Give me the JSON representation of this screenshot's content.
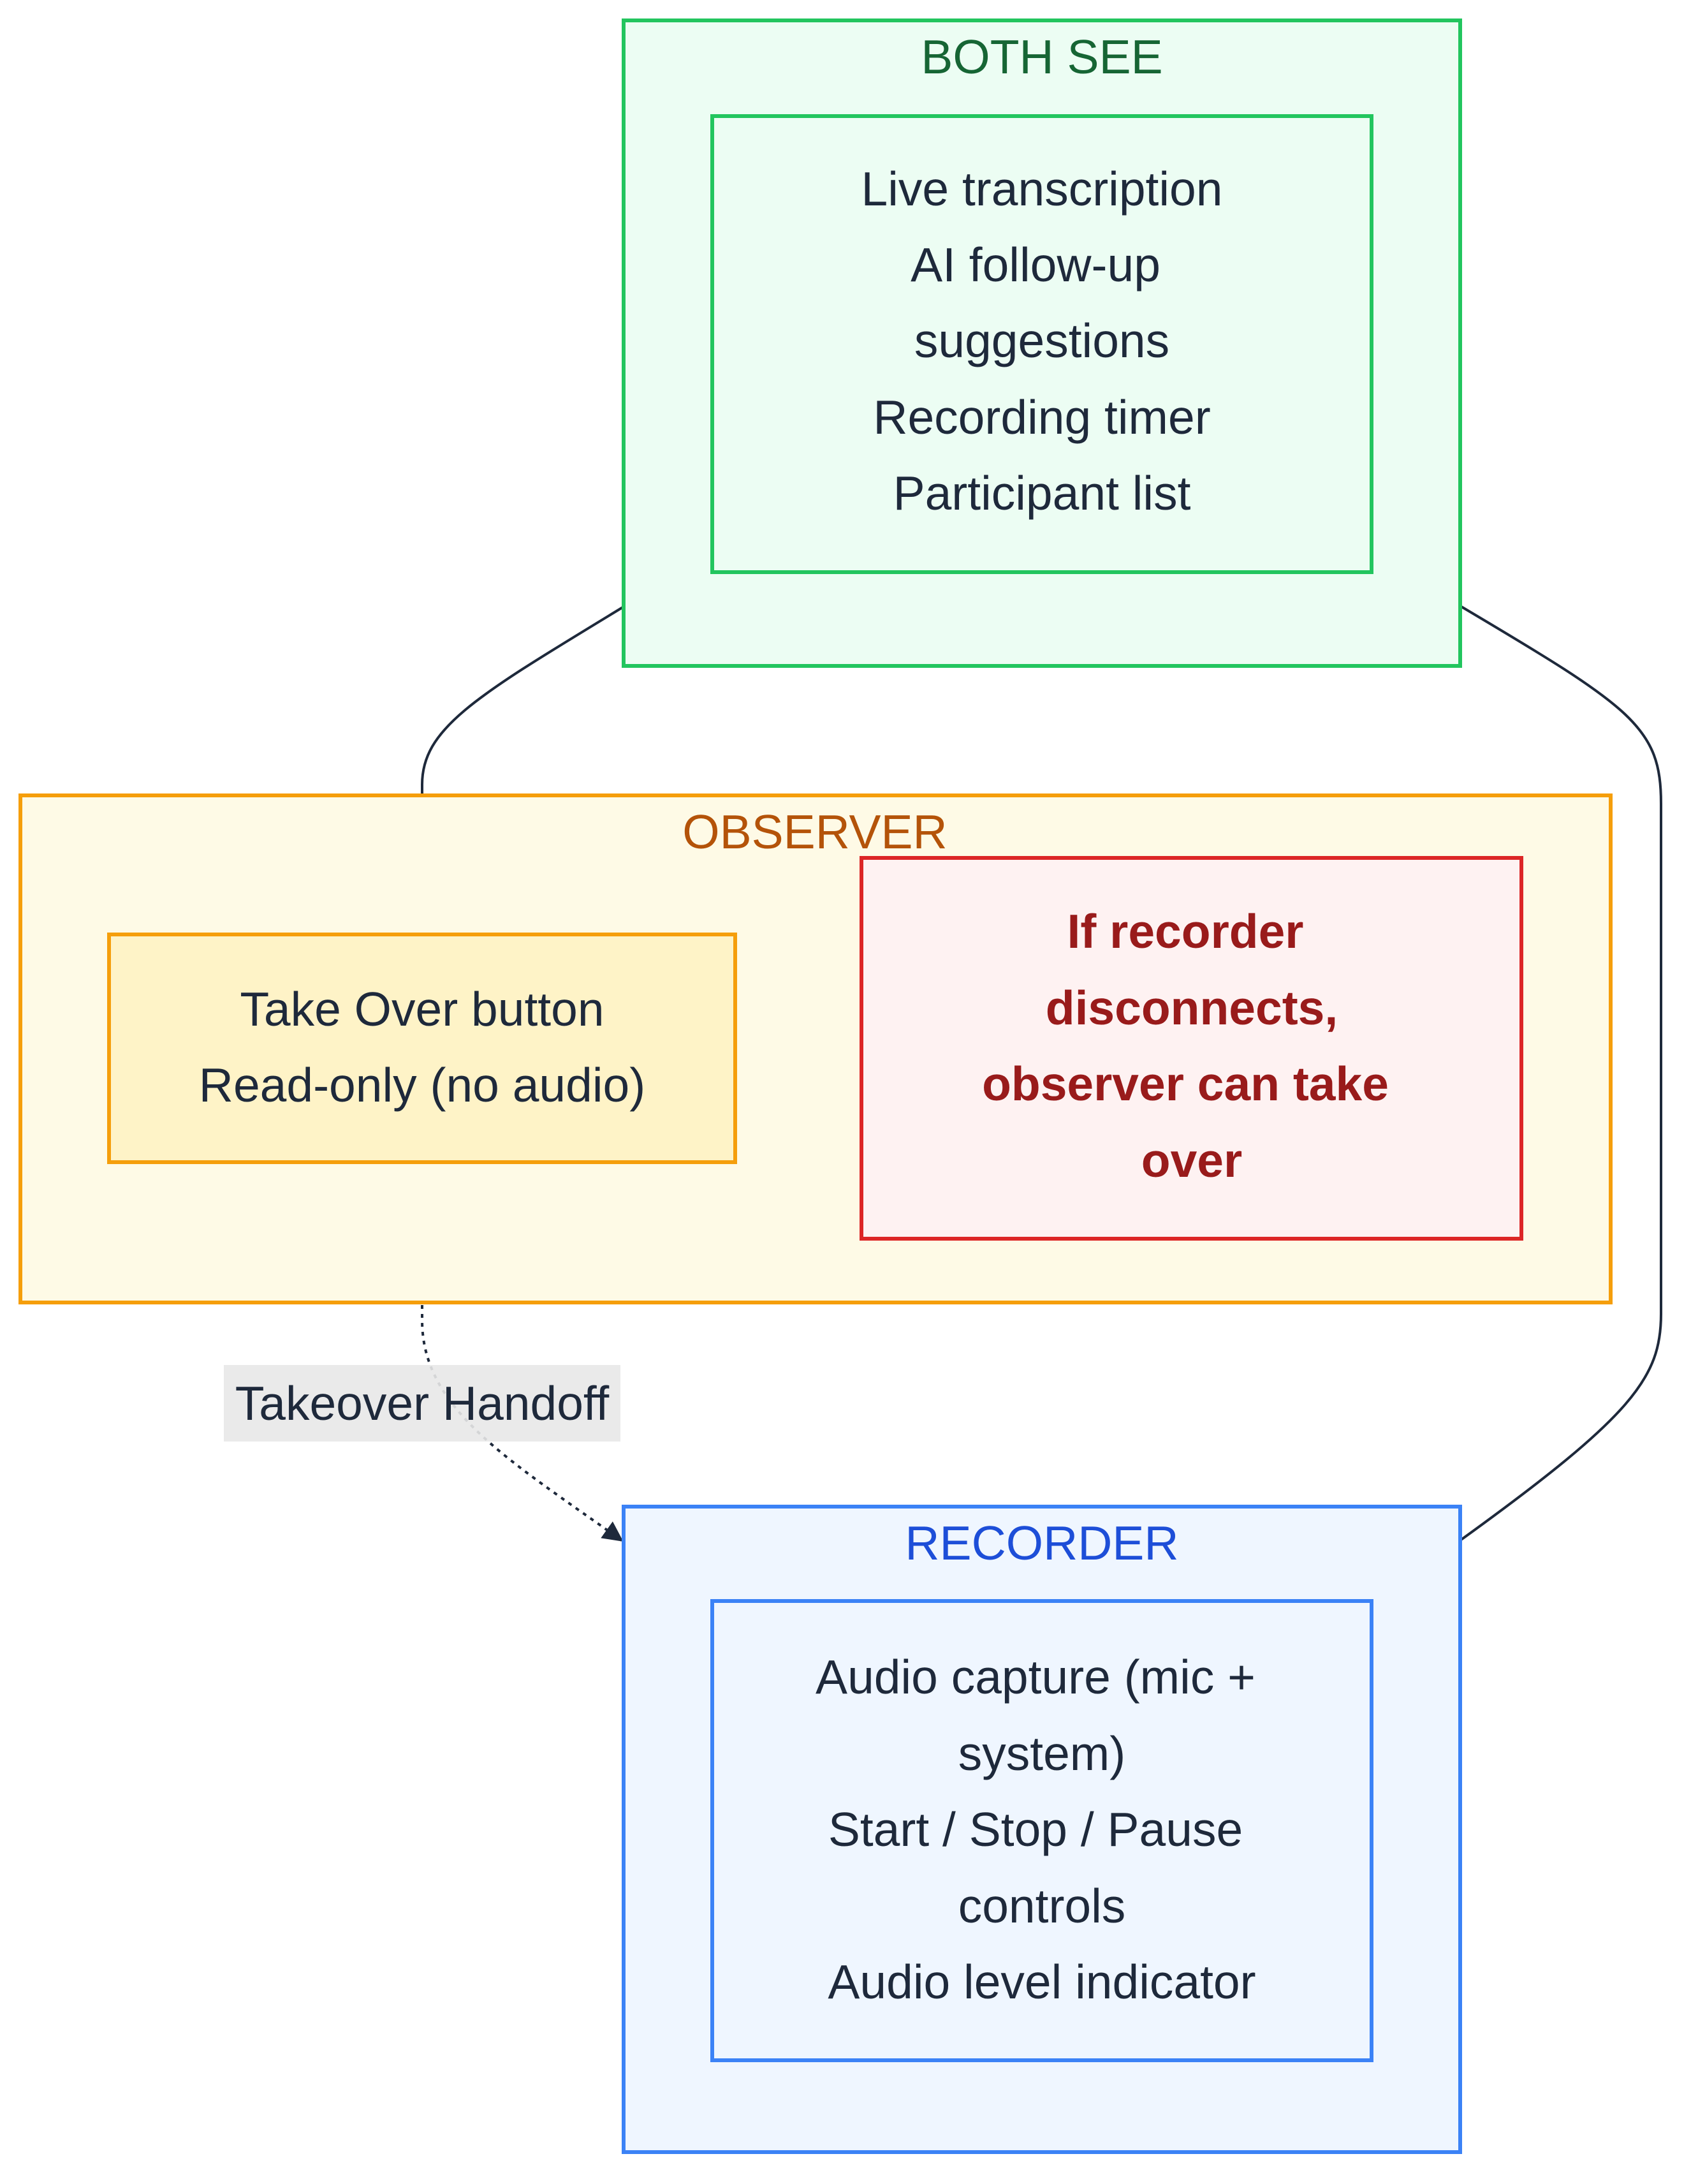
{
  "colors": {
    "both_border": "#22c55e",
    "both_fill": "#ecfdf3",
    "both_title": "#166534",
    "observer_border": "#f59e0b",
    "observer_fill": "#fefae6",
    "observer_title": "#b45309",
    "observer_node_fill": "#fef3c7",
    "alert_border": "#dc2626",
    "alert_fill": "#fef2f2",
    "alert_text": "#991b1b",
    "recorder_border": "#3b82f6",
    "recorder_fill": "#eff6ff",
    "recorder_title": "#1d4ed8",
    "edge": "#1e293b",
    "edge_label_bg": "#e8e8e8"
  },
  "groups": {
    "both": {
      "title": "BOTH SEE",
      "lines": [
        "Live transcription",
        "AI follow-up",
        "suggestions",
        "Recording timer",
        "Participant list"
      ]
    },
    "observer": {
      "title": "OBSERVER",
      "node_lines": [
        "Take Over button",
        "Read-only (no audio)"
      ],
      "alert_lines": [
        "If recorder",
        "disconnects,",
        "observer can take",
        "over"
      ]
    },
    "recorder": {
      "title": "RECORDER",
      "lines": [
        "Audio capture (mic +",
        "system)",
        "Start / Stop / Pause",
        "controls",
        "Audio level indicator"
      ]
    }
  },
  "edges": {
    "handoff_label": "Takeover Handoff"
  }
}
